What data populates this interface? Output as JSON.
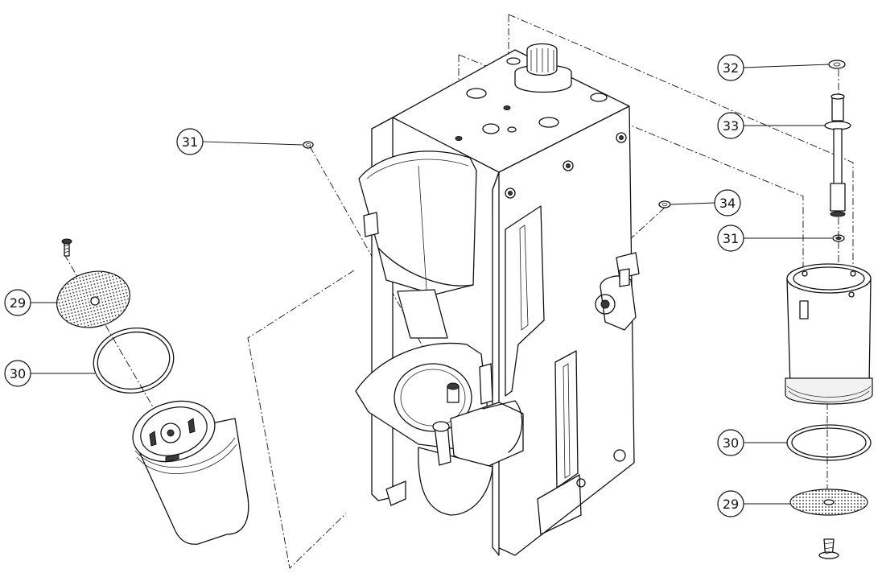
{
  "callouts": [
    {
      "id": "c31a",
      "label": "31"
    },
    {
      "id": "c29a",
      "label": "29"
    },
    {
      "id": "c30a",
      "label": "30"
    },
    {
      "id": "c32",
      "label": "32"
    },
    {
      "id": "c33",
      "label": "33"
    },
    {
      "id": "c34",
      "label": "34"
    },
    {
      "id": "c31b",
      "label": "31"
    },
    {
      "id": "c30b",
      "label": "30"
    },
    {
      "id": "c29b",
      "label": "29"
    }
  ]
}
